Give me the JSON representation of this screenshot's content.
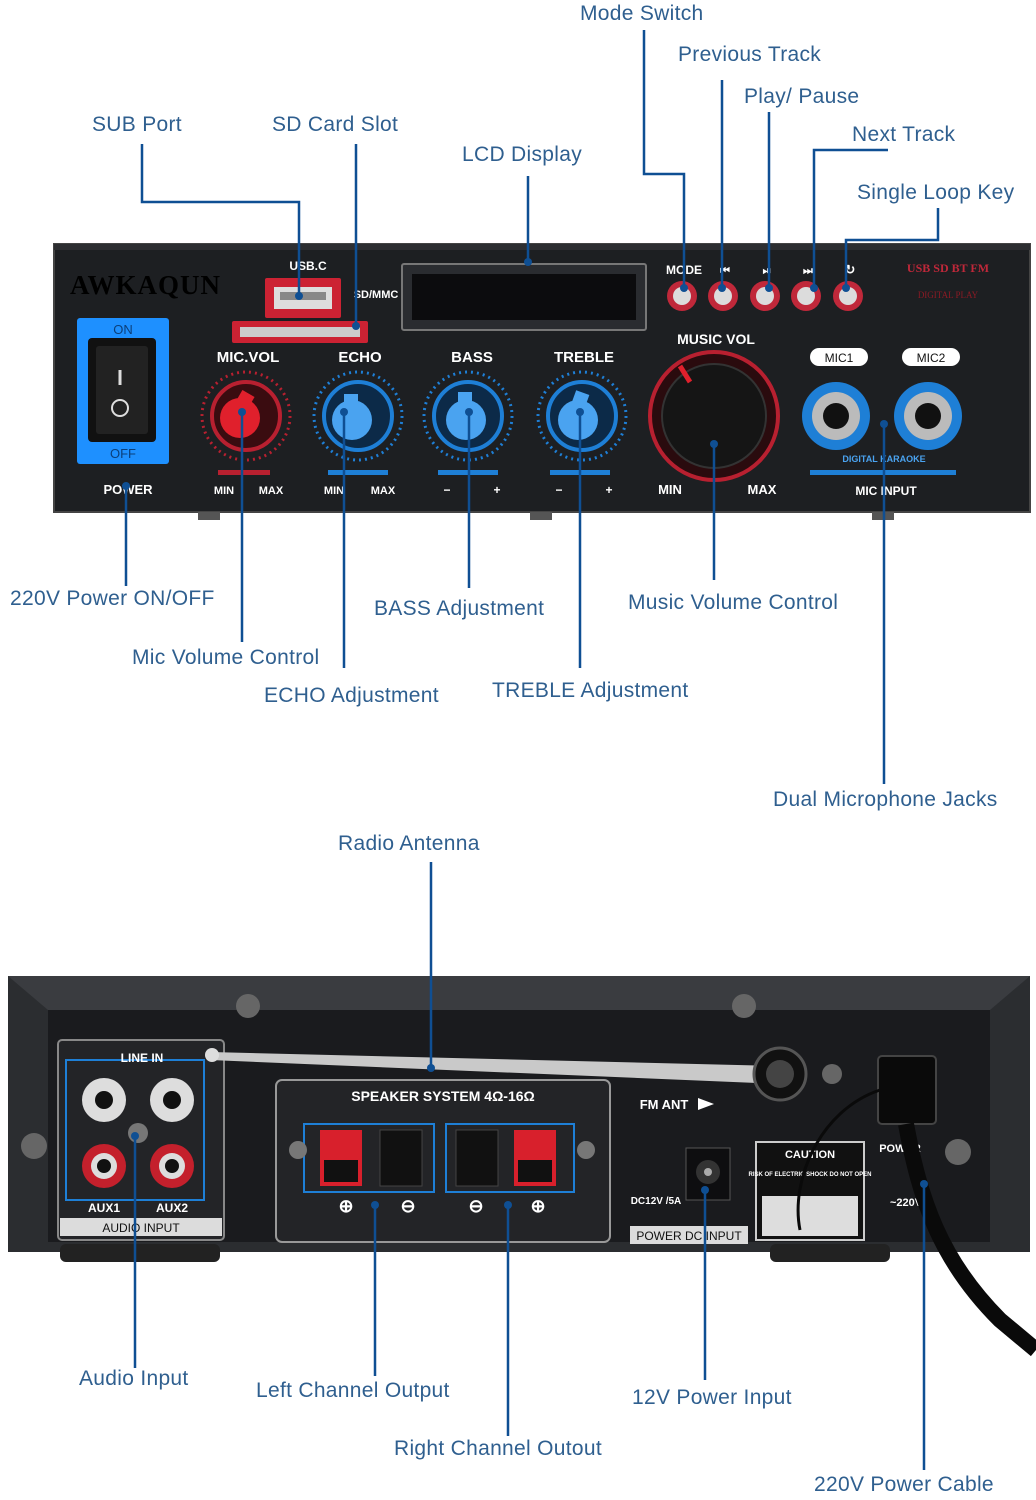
{
  "brand": "AWKAQUN",
  "front_panel": {
    "usb_label": "USB.C",
    "sd_label": "SD/MMC",
    "on_label": "ON",
    "off_label": "OFF",
    "power_label": "POWER",
    "knobs": [
      {
        "label": "MIC.VOL",
        "min": "MIN",
        "max": "MAX"
      },
      {
        "label": "ECHO",
        "min": "MIN",
        "max": "MAX"
      },
      {
        "label": "BASS",
        "min": "−",
        "max": "+"
      },
      {
        "label": "TREBLE",
        "min": "−",
        "max": "+"
      }
    ],
    "music_vol_label": "MUSIC VOL",
    "music_min": "MIN",
    "music_max": "MAX",
    "buttons": [
      "MODE",
      "⏮",
      "⏯",
      "⏭",
      "↻"
    ],
    "usb_sd_bt_fm": "USB SD BT FM",
    "digital_play": "DIGITAL PLAY",
    "mic1": "MIC1",
    "mic2": "MIC2",
    "digital_karaoke": "DIGITAL KARAOKE",
    "mic_input": "MIC INPUT"
  },
  "back_panel": {
    "line_in": "LINE IN",
    "aux1": "AUX1",
    "aux2": "AUX2",
    "audio_input": "AUDIO INPUT",
    "speaker_system": "SPEAKER SYSTEM 4Ω-16Ω",
    "fm_ant": "FM ANT",
    "dc_rating": "DC12V /5A",
    "power_dc_input": "POWER DC INPUT",
    "caution": "CAUTION",
    "caution_sub": "RISK OF ELECTRIC SHOCK DO NOT OPEN",
    "power_ac": "POWER",
    "ac_rating": "~220V"
  },
  "callouts": {
    "mode_switch": "Mode Switch",
    "previous_track": "Previous Track",
    "play_pause": "Play/ Pause",
    "next_track": "Next Track",
    "single_loop_key": "Single Loop Key",
    "sub_port": "SUB Port",
    "sd_card_slot": "SD Card Slot",
    "lcd_display": "LCD Display",
    "power_on_off": "220V Power ON/OFF",
    "mic_volume_control": "Mic Volume Control",
    "echo_adjustment": "ECHO Adjustment",
    "bass_adjustment": "BASS Adjustment",
    "treble_adjustment": "TREBLE Adjustment",
    "music_volume_control": "Music Volume Control",
    "dual_microphone_jacks": "Dual Microphone Jacks",
    "radio_antenna": "Radio Antenna",
    "audio_input": "Audio Input",
    "left_channel_output": "Left Channel Output",
    "right_channel_output": "Right Channel Outout",
    "power_input_12v": "12V Power Input",
    "power_cable_220v": "220V Power Cable"
  }
}
